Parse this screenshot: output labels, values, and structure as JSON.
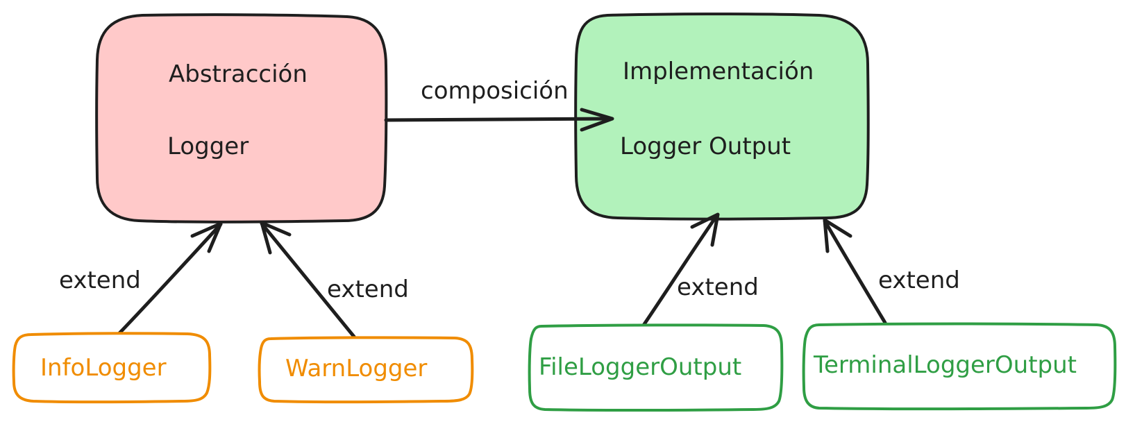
{
  "diagram": {
    "abstraction": {
      "title": "Abstracción",
      "name": "Logger",
      "fill": "#ffc9c9",
      "stroke": "#1e1e1e"
    },
    "implementation": {
      "title": "Implementación",
      "name": "Logger Output",
      "fill": "#b2f2bb",
      "stroke": "#1e1e1e"
    },
    "composition_label": "composición",
    "extend_label": "extend",
    "children": {
      "info": {
        "label": "InfoLogger",
        "color": "#f08c00"
      },
      "warn": {
        "label": "WarnLogger",
        "color": "#f08c00"
      },
      "file": {
        "label": "FileLoggerOutput",
        "color": "#2f9e44"
      },
      "terminal": {
        "label": "TerminalLoggerOutput",
        "color": "#2f9e44"
      }
    }
  }
}
